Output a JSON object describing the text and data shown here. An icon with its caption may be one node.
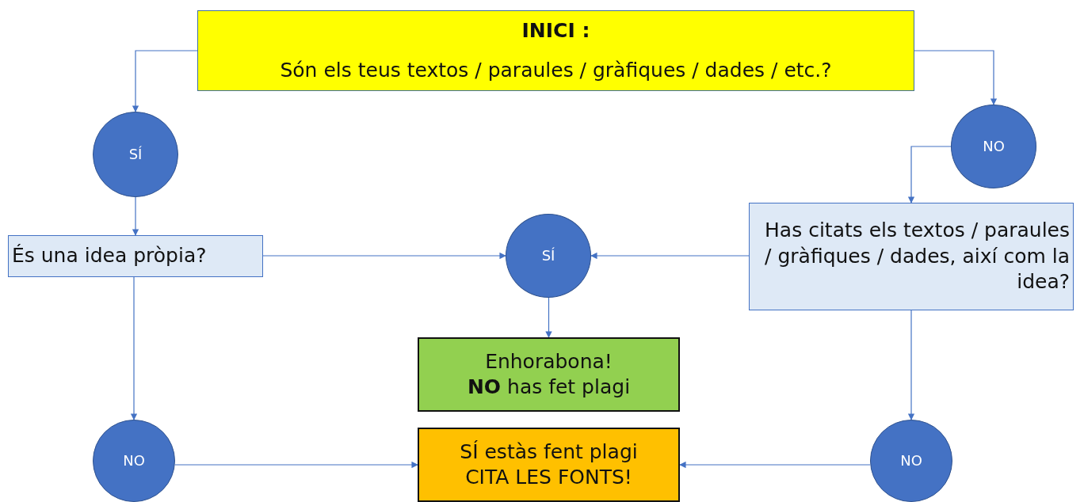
{
  "diagram": {
    "nodes": [
      {
        "text": [
          "INICI :",
          "Són els teus textos / paraules / gràfiques / dades / etc.?"
        ]
      },
      {
        "text": [
          "SÍ"
        ]
      },
      {
        "text": [
          "NO"
        ]
      },
      {
        "text": [
          "És una idea pròpia?"
        ]
      },
      {
        "text": [
          "SÍ"
        ]
      },
      {
        "text": [
          "Has citats els textos / paraules / gràfiques / dades, així com la idea?"
        ]
      },
      {
        "text": [
          "Enhorabona!",
          "**NO** has fet plagi"
        ]
      },
      {
        "text": [
          "NO"
        ]
      },
      {
        "text": [
          "SÍ estàs fent plagi",
          "CITA LES FONTS!"
        ]
      },
      {
        "text": [
          "NO"
        ]
      }
    ],
    "edges": [
      {
        "from": 0,
        "to": 1,
        "arrow": "to"
      },
      {
        "from": 0,
        "to": 2,
        "arrow": "to"
      },
      {
        "from": 1,
        "to": 3,
        "arrow": "to"
      },
      {
        "from": 2,
        "to": 5,
        "arrow": "to"
      },
      {
        "from": 3,
        "to": 4,
        "arrow": "to"
      },
      {
        "from": 5,
        "to": 4,
        "arrow": "to"
      },
      {
        "from": 4,
        "to": 6,
        "arrow": "to"
      },
      {
        "from": 3,
        "to": 7,
        "arrow": "to"
      },
      {
        "from": 5,
        "to": 9,
        "arrow": "to"
      },
      {
        "from": 7,
        "to": 8,
        "arrow": "to"
      },
      {
        "from": 9,
        "to": 8,
        "arrow": "to"
      }
    ]
  }
}
